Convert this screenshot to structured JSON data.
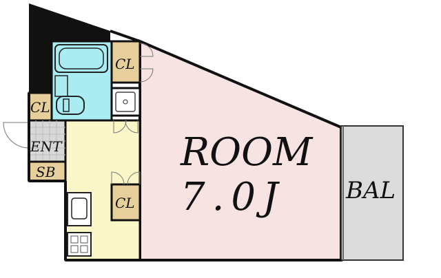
{
  "rooms": {
    "main_label": "ROOM",
    "main_size": "7.0J",
    "balcony": "BAL",
    "closet": "CL",
    "entrance": "ENT",
    "shoe_box": "SB"
  },
  "colors": {
    "room": "#f8e3e3",
    "kitchen": "#fbf7c8",
    "bath": "#a9ecf2",
    "closet": "#e7cf9b",
    "balcony": "#dcdcdc",
    "wall": "#111111",
    "entrance_floor": "#d8d8d8"
  },
  "icons": [
    "bathtub-icon",
    "toilet-icon",
    "washer-pan-icon",
    "sink-icon",
    "stove-icon",
    "door-swing-icon"
  ]
}
